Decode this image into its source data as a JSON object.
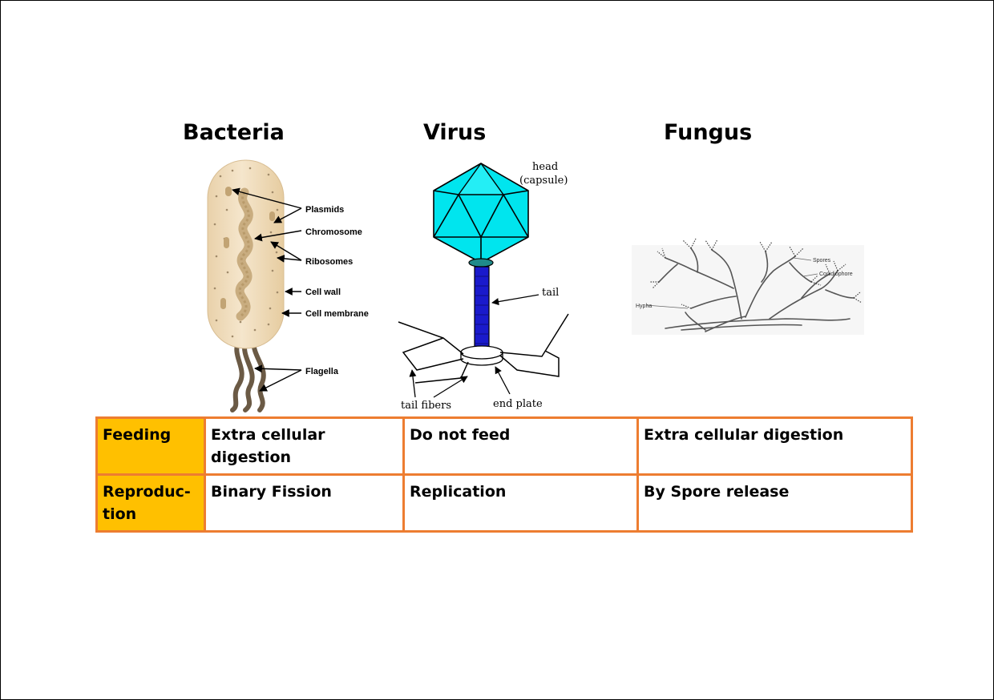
{
  "headings": {
    "bacteria": "Bacteria",
    "virus": "Virus",
    "fungus": "Fungus"
  },
  "bacteria_labels": {
    "plasmids": "Plasmids",
    "chromosome": "Chromosome",
    "ribosomes": "Ribosomes",
    "cell_wall": "Cell wall",
    "cell_membrane": "Cell membrane",
    "flagella": "Flagella"
  },
  "virus_labels": {
    "head": "head",
    "capsule": "(capsule)",
    "tail": "tail",
    "tail_fibers": "tail fibers",
    "end_plate": "end plate"
  },
  "fungus_labels": {
    "spores": "Spores",
    "conidiophore": "Conidiophore",
    "hypha": "Hypha"
  },
  "table": {
    "rows": [
      {
        "label": "Feeding",
        "bacteria": "Extra cellular digestion",
        "virus": "Do not feed",
        "fungus": "Extra cellular digestion"
      },
      {
        "label_line1": "Reproduc-",
        "label_line2": "tion",
        "bacteria": "Binary Fission",
        "virus": "Replication",
        "fungus": "By Spore release"
      }
    ]
  },
  "colors": {
    "header_cell": "#ffc000",
    "table_border": "#ed7d31",
    "capsid": "#00e5ee",
    "tail": "#1a1acc",
    "cell_body": "#f0dcbc"
  }
}
